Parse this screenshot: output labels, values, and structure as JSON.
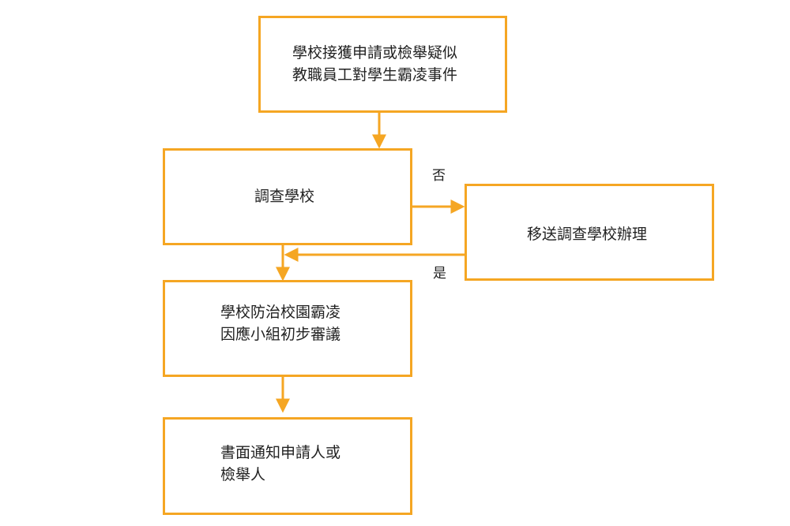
{
  "accent_color": "#F5A623",
  "nodes": {
    "receive": {
      "lines": [
        "學校接獲申請或檢舉疑似",
        "教職員工對學生霸凌事件"
      ]
    },
    "investigate_school": {
      "lines": [
        "調查學校"
      ]
    },
    "transfer": {
      "lines": [
        "移送調查學校辦理"
      ]
    },
    "committee": {
      "lines": [
        "學校防治校園霸凌",
        "因應小組初步審議"
      ]
    },
    "notify": {
      "lines": [
        "書面通知申請人或",
        "檢舉人"
      ]
    }
  },
  "edges": {
    "no_label": "否",
    "yes_label": "是"
  }
}
